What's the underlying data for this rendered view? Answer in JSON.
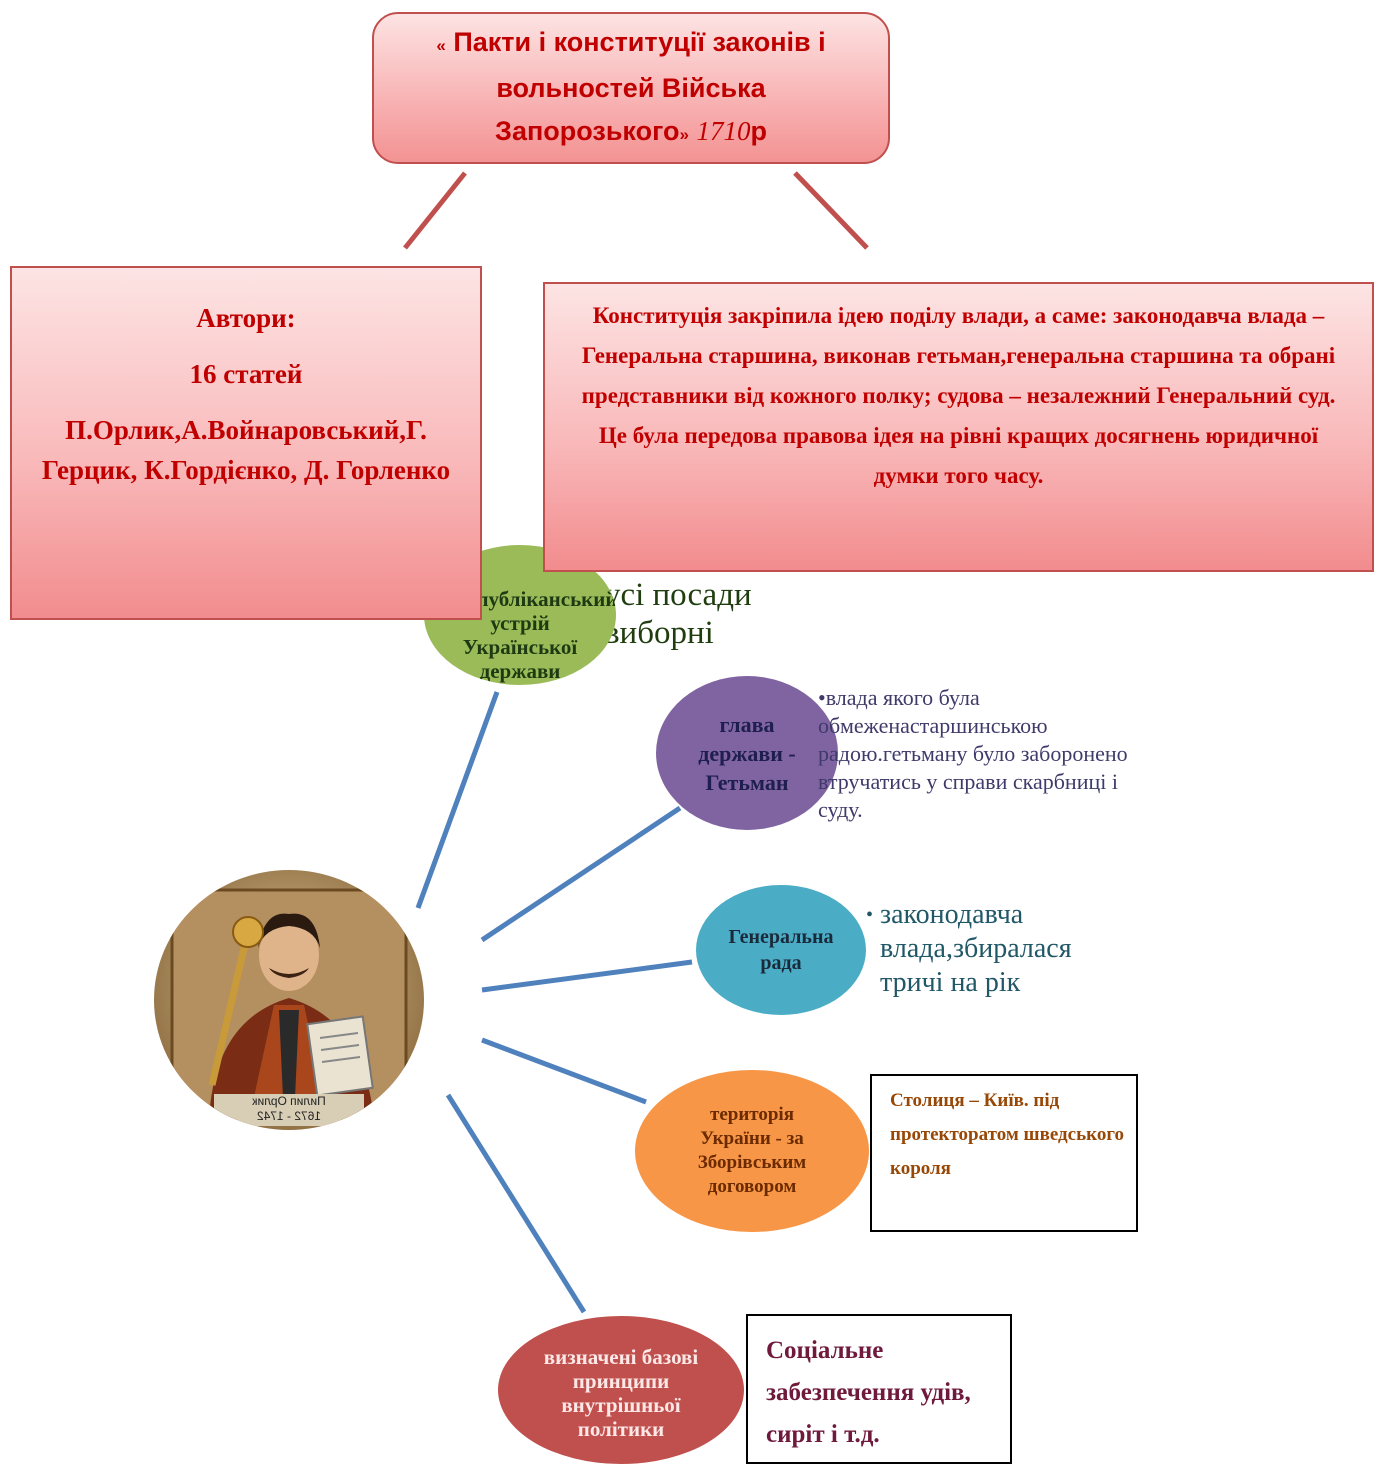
{
  "title": {
    "open_quote": "«",
    "main": "Пакти і конституції законів і вольностей Війська Запорозького",
    "close_quote": "»",
    "year": "1710",
    "suffix": "р"
  },
  "authors": {
    "heading": "Автори:",
    "articles": "16 статей",
    "names": "П.Орлик,А.Войнаровський,Г. Герцик, К.Гордієнко, Д. Горленко"
  },
  "constitution": {
    "text": "Конституція закріпила ідею поділу влади, а саме: законодавча влада – Генеральна старшина, виконав гетьман,генеральна старшина та обрані представники від кожного полку; судова – незалежний Генеральний суд. Це була передова правова ідея на рівні кращих досягнень юридичної думки того часу."
  },
  "nodes": {
    "republic": {
      "label": "Республіканський устрій Української держави",
      "note": "усі посади виборні",
      "color": "#9bbb59"
    },
    "hetman": {
      "label": "глава держави - Гетьман",
      "note": "влада якого була обмеженастаршинською радою.гетьману було заборонено втручатись у справи скарбниці і суду.",
      "color": "#8064a2"
    },
    "council": {
      "label": "Генеральна рада",
      "note": "законодавча влада,збиралася тричі на рік",
      "color": "#4bacc6"
    },
    "territory": {
      "label": "територія України - за Зборівським договором",
      "note": "Столиця – Київ. під протекторатом шведського короля",
      "color": "#f79646"
    },
    "principles": {
      "label": "визначені базові принципи внутрішньої політики",
      "note": "Соціальне забезпечення удів, сиріт і т.д.",
      "color": "#c0504d"
    }
  },
  "portrait": {
    "caption_top": "Пилип Орлик",
    "caption_bottom": "1672 - 1742"
  }
}
